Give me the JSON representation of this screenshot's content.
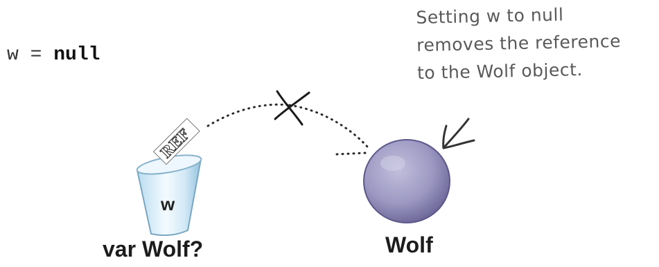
{
  "code": {
    "variable": "w",
    "operator": "=",
    "value": "null"
  },
  "annotation": {
    "lines": [
      "Setting w to null",
      "removes the reference",
      "to the Wolf object."
    ]
  },
  "reference": {
    "tag_text": "REF",
    "state": "removed"
  },
  "cup": {
    "variable_name": "w",
    "caption": "var Wolf?"
  },
  "object": {
    "caption": "Wolf"
  },
  "colors": {
    "cup_blue": "#a9cfe6",
    "object_purple": "#9c98c2",
    "ink": "#2a2a2a",
    "annotation_gray": "#595959"
  }
}
